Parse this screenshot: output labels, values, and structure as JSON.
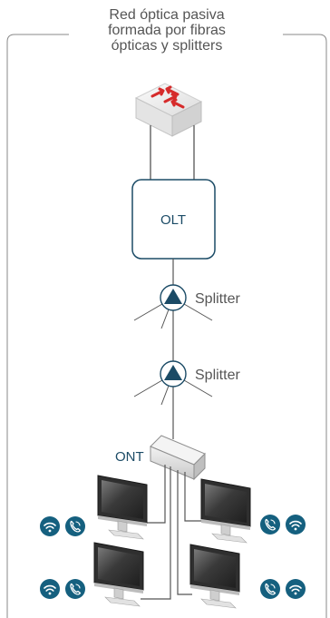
{
  "title": {
    "line1": "Red óptica pasiva",
    "line2": "formada por fibras",
    "line3": "ópticas y splitters"
  },
  "labels": {
    "olt": "OLT",
    "splitter_1": "Splitter",
    "splitter_2": "Splitter",
    "ont": "ONT"
  },
  "colors": {
    "frame": "#8a8a8a",
    "line": "#555555",
    "olt_border": "#1b4b66",
    "splitter": "#1b4b66",
    "router_arrow": "#d62b2b",
    "service_icon": "#15607f",
    "caption_text": "#555555"
  },
  "icons": {
    "router": "router-icon",
    "splitter": "splitter-triangle-icon",
    "ont": "ont-box-icon",
    "computer": "monitor-icon",
    "wifi": "wifi-icon",
    "phone": "phone-icon"
  }
}
